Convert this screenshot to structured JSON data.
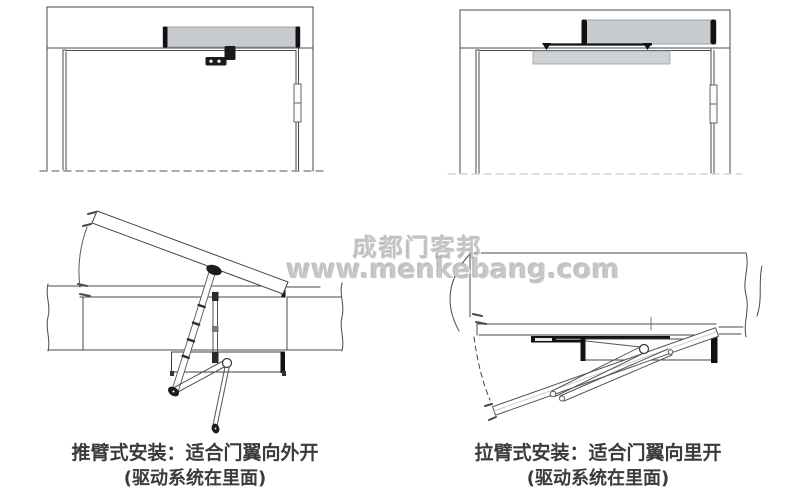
{
  "watermark": {
    "brand": "成都门客邦",
    "url": "www.menkebang.com"
  },
  "captions": {
    "push": {
      "line1": "推臂式安装：适合门翼向外开",
      "line2": "(驱动系统在里面)"
    },
    "pull": {
      "line1": "拉臂式安装：适合门翼向里开",
      "line2": "(驱动系统在里面)"
    }
  },
  "colors": {
    "background": "#ffffff",
    "drawing_line": "#4a4a4a",
    "operator_fill": "#c7cbcf",
    "slide_channel_fill": "#ced2d5",
    "end_cap_black": "#111111",
    "floor_dash_left": "#777777",
    "floor_dash_right": "#c9c9c9",
    "watermark_gray": "#b9b9b9",
    "caption_text": "#3b3b3b"
  }
}
